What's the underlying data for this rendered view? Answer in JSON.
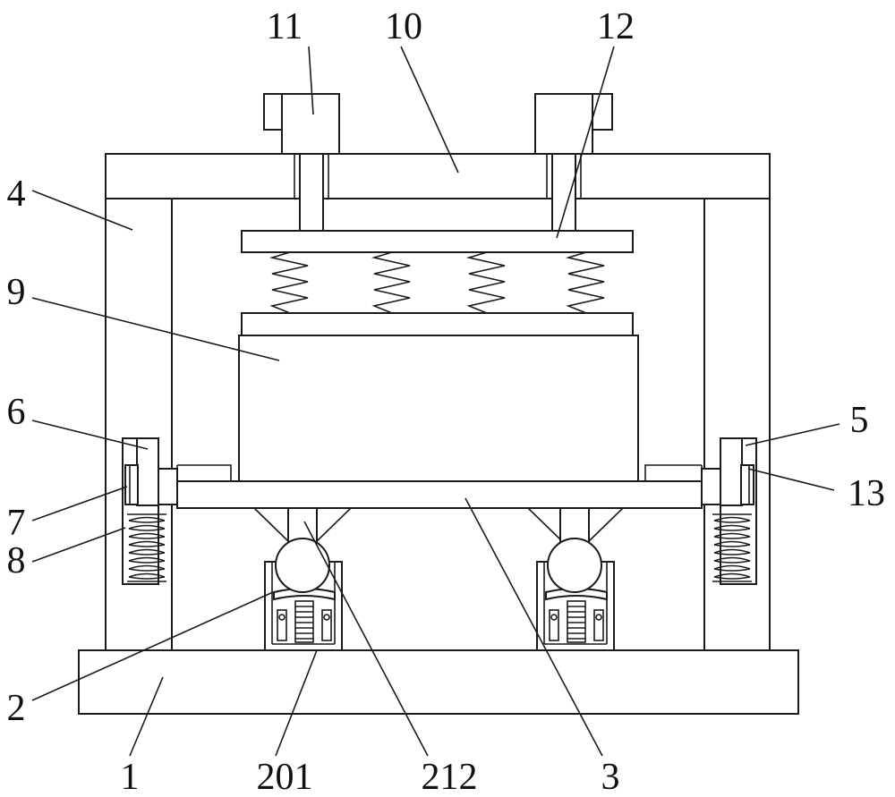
{
  "labels": {
    "l1": "1",
    "l2": "2",
    "l3": "3",
    "l4": "4",
    "l5": "5",
    "l6": "6",
    "l7": "7",
    "l8": "8",
    "l9": "9",
    "l10": "10",
    "l11": "11",
    "l12": "12",
    "l13": "13",
    "l201": "201",
    "l212": "212"
  },
  "colors": {
    "line": "#1a1a1a",
    "background": "#ffffff"
  }
}
